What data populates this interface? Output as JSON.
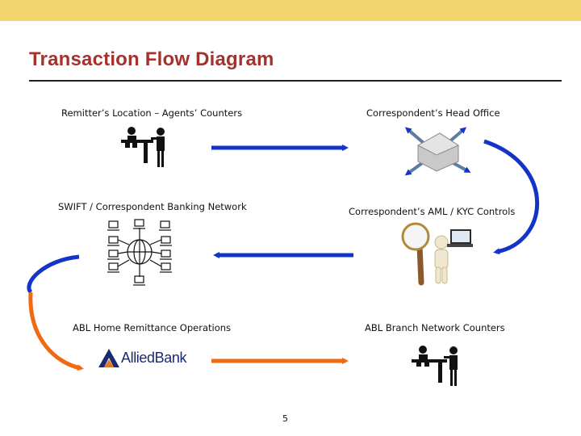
{
  "header": {
    "title": "Transaction Flow Diagram"
  },
  "nodes": {
    "remitter": {
      "label": "Remitter’s Location – Agents’ Counters",
      "icon": "agents-counter-icon"
    },
    "head_office": {
      "label": "Correspondent’s Head Office",
      "icon": "head-office-network-icon"
    },
    "swift": {
      "label": "SWIFT / Correspondent Banking Network",
      "icon": "network-hub-icon"
    },
    "aml": {
      "label": "Correspondent’s AML / KYC Controls",
      "icon": "magnifier-person-icon"
    },
    "abl_ops": {
      "label": "ABL Home Remittance Operations",
      "icon": "allied-bank-logo"
    },
    "abl_branch": {
      "label": "ABL Branch Network Counters",
      "icon": "branch-counter-icon"
    }
  },
  "logo": {
    "text": "AlliedBank",
    "brand_color": "#1b2a70",
    "accent_color": "#e4762a"
  },
  "colors": {
    "band": "#f3d56e",
    "title": "#a4322e",
    "arrow_blue": "#1434c8",
    "arrow_orange": "#f06a12"
  },
  "footer": {
    "page_number": "5"
  }
}
